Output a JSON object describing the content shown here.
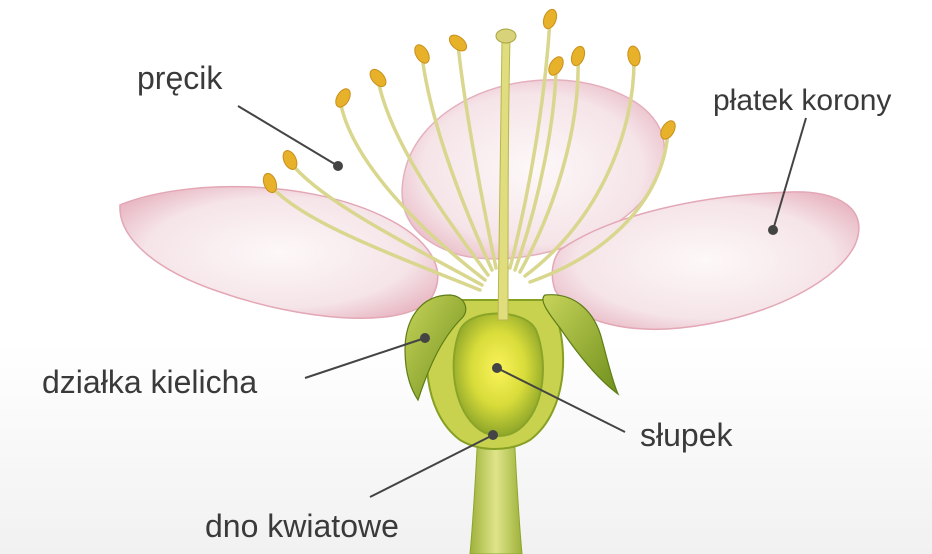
{
  "labels": {
    "stamen": "pręcik",
    "petal": "płatek korony",
    "sepal": "działka kielicha",
    "pistil": "słupek",
    "receptacle": "dno kwiatowe"
  },
  "colors": {
    "petal_fill": "#f7e9ec",
    "petal_edge": "#e3a7b5",
    "filament": "#d9d68e",
    "anther": "#e7b12a",
    "sepal": "#9cb52d",
    "pistil": "#e8e23a",
    "stem": "#c8d26a",
    "leader_line": "#444444",
    "text": "#3a3a3a"
  }
}
